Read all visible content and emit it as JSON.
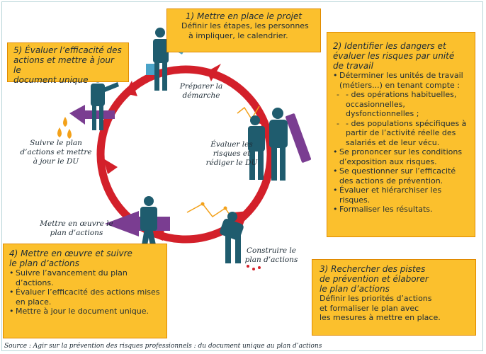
{
  "boxes": {
    "step1": {
      "title": "1) Mettre en place le projet",
      "lines": [
        "Définir les étapes, les personnes",
        "à impliquer, le calendrier."
      ]
    },
    "step2": {
      "title": [
        "2) Identifier les dangers et",
        "évaluer les risques par unité",
        "de travail"
      ],
      "bullets": [
        "Déterminer les unités de travail (métiers...) en tenant compte :",
        "- des opérations habituelles, occasionnelles, dysfonctionnelles ;",
        "- des populations spécifiques à partir de l’activité réelle des salariés et de leur vécu.",
        "Se prononcer sur les conditions d’exposition aux risques.",
        "Se questionner sur l’efficacité des actions de prévention.",
        "Évaluer et hiérarchiser les risques.",
        "Formaliser les résultats."
      ]
    },
    "step3": {
      "title": [
        "3) Rechercher des pistes",
        "de prévention et élaborer",
        "le plan d’actions"
      ],
      "lines": [
        "Définir les priorités d’actions",
        "et formaliser le plan avec",
        "les mesures à mettre en place."
      ]
    },
    "step4": {
      "title": [
        "4) Mettre en œuvre et suivre",
        "le plan d’actions"
      ],
      "bullets": [
        "Suivre l’avancement du plan d’actions.",
        "Évaluer l’efficacité des actions mises en place.",
        "Mettre à jour le document unique."
      ]
    },
    "step5": {
      "title": [
        "5) Évaluer l’efficacité des",
        "actions et mettre à jour le",
        "document unique"
      ]
    }
  },
  "cycle_labels": {
    "preparer": [
      "Préparer la",
      "démarche"
    ],
    "evaluer": [
      "Évaluer les",
      "risques et",
      "rédiger le DU"
    ],
    "construire": [
      "Construire le",
      "plan d’actions"
    ],
    "mettre": [
      "Mettre en œuvre le",
      "plan d’actions"
    ],
    "suivre": [
      "Suivre le plan",
      "d’actions et mettre",
      "à jour le DU"
    ]
  },
  "source": "Source : Agir sur la prévention des risques professionnels : du document unique au plan d’actions",
  "colors": {
    "box_fill": "#fbc02d",
    "box_border": "#e08a00",
    "cycle_arrow": "#d3202a",
    "figure": "#1f5c6e",
    "purple": "#7a3d91",
    "lines": "#f3a11a"
  }
}
